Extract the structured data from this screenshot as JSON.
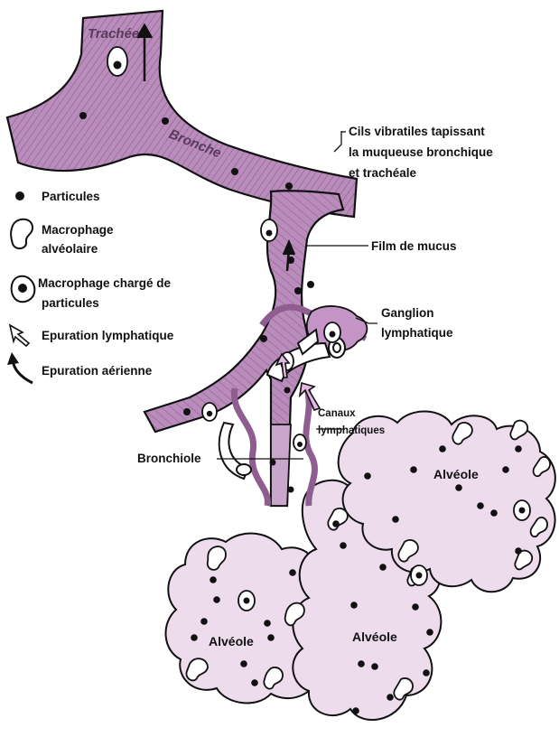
{
  "colors": {
    "airway": "#b98cbc",
    "airway_light": "#d4b3d6",
    "alveolus": "#ecdcec",
    "ink": "#111111"
  },
  "labels": {
    "trachee": "Trachée",
    "bronche": "Bronche",
    "cils": [
      "Cils vibratiles tapissant",
      "la muqueuse bronchique",
      "et trachéale"
    ],
    "film": "Film de mucus",
    "ganglion": [
      "Ganglion",
      "lymphatique"
    ],
    "canaux": [
      "Canaux",
      "lymphatiques"
    ],
    "bronchiole": "Bronchiole",
    "alveole": "Alvéole"
  },
  "legend": {
    "particules": "Particules",
    "macrophage": [
      "Macrophage",
      "alvéolaire"
    ],
    "macrophage_charge": [
      "Macrophage chargé de",
      "particules"
    ],
    "epuration_lymphatique": "Epuration lymphatique",
    "epuration_aerienne": "Epuration aérienne"
  }
}
